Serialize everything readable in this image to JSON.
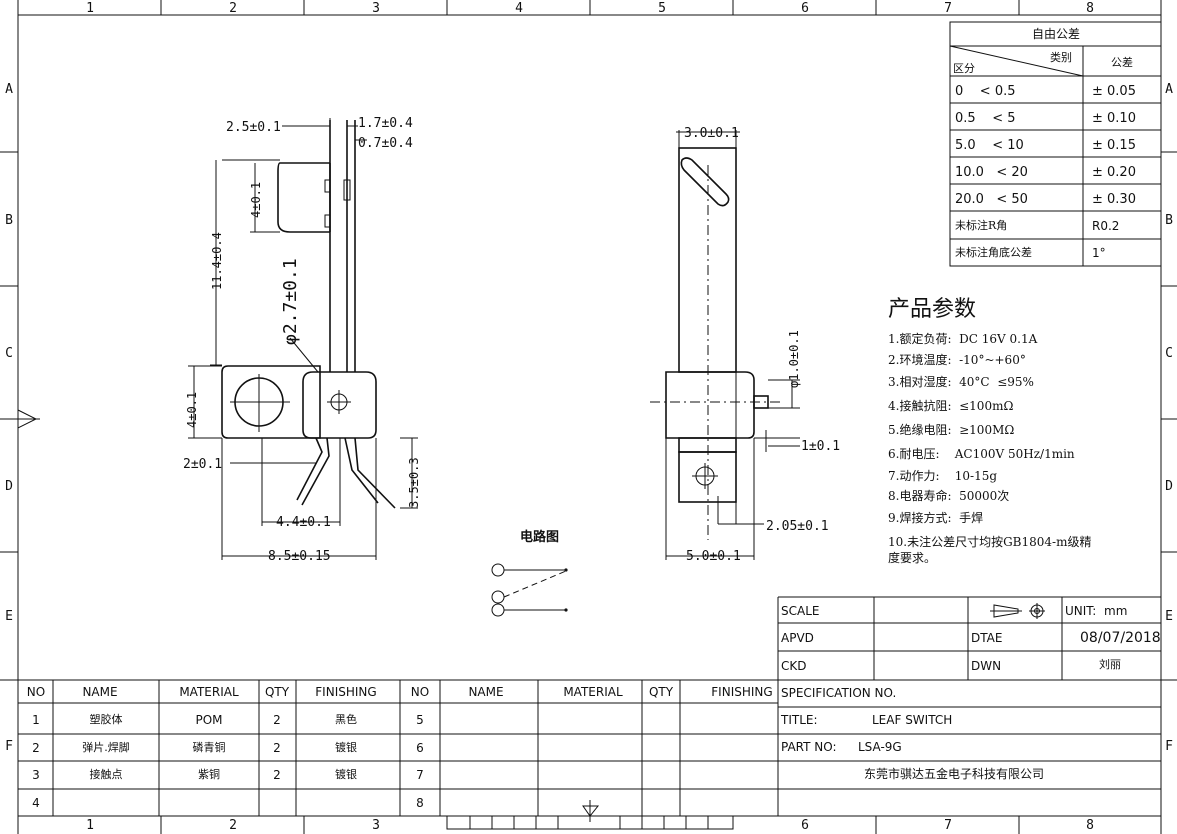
{
  "frame": {
    "col_labels": [
      "1",
      "2",
      "3",
      "4",
      "5",
      "6",
      "7",
      "8"
    ],
    "row_labels": [
      "A",
      "B",
      "C",
      "D",
      "E",
      "F"
    ]
  },
  "tolerance_table": {
    "title": "自由公差",
    "head_category": "类别",
    "head_zone": "区分",
    "head_tol": "公差",
    "rows": [
      {
        "range": "0    < 0.5",
        "tol": "± 0.05"
      },
      {
        "range": "0.5    < 5",
        "tol": "± 0.10"
      },
      {
        "range": "5.0    < 10",
        "tol": "± 0.15"
      },
      {
        "range": "10.0   < 20",
        "tol": "± 0.20"
      },
      {
        "range": "20.0   < 50",
        "tol": "± 0.30"
      }
    ],
    "extra_rows": [
      {
        "label": "未标注R角",
        "value": "R0.2"
      },
      {
        "label": "未标注角底公差",
        "value": "1°"
      }
    ]
  },
  "params": {
    "title": "产品参数",
    "items": [
      "1.额定负荷:  DC 16V 0.1A",
      "2.环境温度:  -10°~+60°",
      "3.相对湿度:  40°C  ≤95%",
      "4.接触抗阻:  ≤100mΩ",
      "5.绝缘电阻:  ≥100MΩ",
      "6.耐电压:    AC100V 50Hz/1min",
      "7.动作力:    10-15g",
      "8.电器寿命:  50000次",
      "9.焊接方式:  手焊"
    ],
    "note_line1": "10.未注公差尺寸均按GB1804-m级精",
    "note_line2": "度要求。"
  },
  "dimensions": {
    "d_2_5": "2.5±0.1",
    "d_1_7": "1.7±0.4",
    "d_0_7": "0.7±0.4",
    "d_4_top": "4±0.1",
    "d_11_4": "11.4±0.4",
    "d_phi_2_7": "φ2.7±0.1",
    "d_4_mid": "4±0.1",
    "d_2": "2±0.1",
    "d_3_5": "3.5±0.3",
    "d_4_4": "4.4±0.1",
    "d_8_5": "8.5±0.15",
    "d_3_0": "3.0±0.1",
    "d_phi_1_0": "φ1.0±0.1",
    "d_1": "1±0.1",
    "d_2_05": "2.05±0.1",
    "d_5_0": "5.0±0.1"
  },
  "circuit": {
    "title": "电路图"
  },
  "title_block": {
    "scale_label": "SCALE",
    "unit_label": "UNIT:",
    "unit_value": "mm",
    "apvd_label": "APVD",
    "date_label": "DTAE",
    "date_value": "08/07/2018",
    "ckd_label": "CKD",
    "dwn_label": "DWN",
    "dwn_value": "刘丽",
    "spec_label": "SPECIFICATION NO.",
    "title_label": "TITLE:",
    "title_value": "LEAF SWITCH",
    "partno_label": "PART NO:",
    "partno_value": "LSA-9G",
    "company": "东莞市骐达五金电子科技有限公司"
  },
  "bom": {
    "headers": [
      "NO",
      "NAME",
      "MATERIAL",
      "QTY",
      "FINISHING",
      "NO",
      "NAME",
      "MATERIAL",
      "QTY",
      "FINISHING"
    ],
    "rows": [
      {
        "no": "1",
        "name": "塑胶体",
        "material": "POM",
        "qty": "2",
        "finishing": "黑色",
        "no2": "5"
      },
      {
        "no": "2",
        "name": "弹片.焊脚",
        "material": "磷青铜",
        "qty": "2",
        "finishing": "镀银",
        "no2": "6"
      },
      {
        "no": "3",
        "name": "接触点",
        "material": "紫铜",
        "qty": "2",
        "finishing": "镀银",
        "no2": "7"
      },
      {
        "no": "4",
        "name": "",
        "material": "",
        "qty": "",
        "finishing": "",
        "no2": "8"
      }
    ]
  }
}
